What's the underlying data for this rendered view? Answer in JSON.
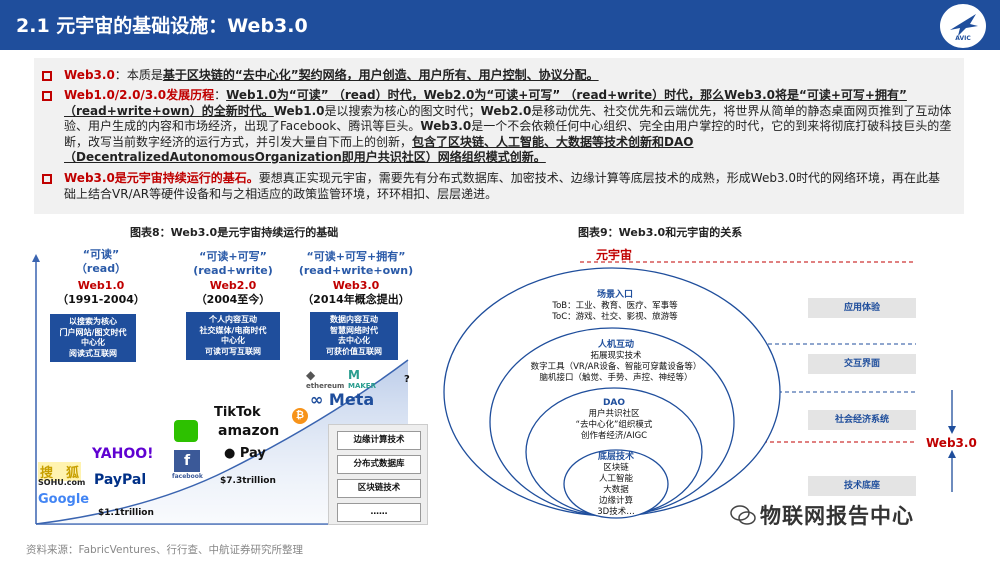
{
  "header": {
    "title": "2.1 元宇宙的基础设施：Web3.0"
  },
  "logo": {
    "text": "AVIC"
  },
  "bullets": {
    "b1": {
      "lead": "Web3.0",
      "sep": "：",
      "plain": "本质是",
      "bold": "基于区块链的“去中心化”契约网络，用户创造、用户所有、用户控制、协议分配。"
    },
    "b2": {
      "lead": "Web1.0/2.0/3.0发展历程",
      "sep": "：",
      "u1": "Web1.0为“可读” （read）时代，Web2.0为“可读+可写” （read+write）时代，那么Web3.0将是“可读+可写+拥有” （read+write+own）的全新时代。",
      "k1": "Web1.0",
      "t1": "是以搜索为核心的图文时代；",
      "k2": "Web2.0",
      "t2": "是移动优先、社交优先和云端优先，将世界从简单的静态桌面网页推到了互动体验、用户生成的内容和市场经济，出现了Facebook、腾讯等巨头。",
      "k3": "Web3.0",
      "t3": "是一个不会依赖任何中心组织、完全由用户掌控的时代，它的到来将彻底打破科技巨头的垄断，改写当前数字经济的运行方式，并引发大量自下而上的创新，",
      "u2": "包含了区块链、人工智能、大数据等技术创新和DAO（DecentralizedAutonomousOrganization即用户共识社区）网络组织模式创新。"
    },
    "b3": {
      "lead": "Web3.0是元宇宙持续运行的基石。",
      "plain": "要想真正实现元宇宙，需要先有分布式数据库、加密技术、边缘计算等底层技术的成熟，形成Web3.0时代的网络环境，再在此基础上结合VR/AR等硬件设备和与之相适应的政策监管环境，环环相扣、层层递进。"
    }
  },
  "figure8": {
    "title": "图表8：Web3.0是元宇宙持续运行的基础",
    "eras": [
      {
        "q1": "“可读”",
        "q2": "（read）",
        "name": "Web1.0",
        "years": "（1991-2004）",
        "desc": [
          "以搜索为核心",
          "门户网站/图文时代",
          "中心化",
          "阅读式互联网"
        ]
      },
      {
        "q1": "“可读+可写”",
        "q2": "(read+write)",
        "name": "Web2.0",
        "years": "（2004至今）",
        "desc": [
          "个人内容互动",
          "社交媒体/电商时代",
          "中心化",
          "可读可写互联网"
        ]
      },
      {
        "q1": "“可读+可写+拥有”",
        "q2": "(read+write+own)",
        "name": "Web3.0",
        "years": "（2014年概念提出）",
        "desc": [
          "数据内容互动",
          "智慧网络时代",
          "去中心化",
          "可获价值互联网"
        ]
      }
    ],
    "logos": {
      "google": "Google",
      "sohu1": "搜　狐",
      "sohu2": "SOHU.com",
      "yahoo": "YAHOO!",
      "paypal": "PayPal",
      "facebook": "facebook",
      "tiktok": "TikTok",
      "amazon": "amazon",
      "pay": "Pay",
      "meta": "Meta",
      "ethereum": "ethereum",
      "maker": "MAKER",
      "unknown": "?"
    },
    "amounts": {
      "a1": "$1.1trillion",
      "a2": "$7.3trillion"
    },
    "tech": [
      "边缘计算技术",
      "分布式数据库",
      "区块链技术",
      "……"
    ]
  },
  "figure9": {
    "title": "图表9：Web3.0和元宇宙的关系",
    "metaverse": "元宇宙",
    "web3": "Web3.0",
    "layers": [
      {
        "head": "场景入口",
        "lines": [
          "ToB：工业、教育、医疗、军事等",
          "ToC：游戏、社交、影视、旅游等"
        ]
      },
      {
        "head": "人机互动",
        "lines": [
          "拓展现实技术",
          "数字工具（VR/AR设备、智能可穿戴设备等）",
          "脑机接口（触觉、手势、声控、神经等）"
        ]
      },
      {
        "head": "DAO",
        "lines": [
          "用户共识社区",
          "“去中心化”组织模式",
          "创作者经济/AIGC"
        ]
      },
      {
        "head": "底层技术",
        "lines": [
          "区块链",
          "人工智能",
          "大数据",
          "边缘计算",
          "3D技术…"
        ]
      }
    ],
    "right_boxes": [
      "应用体验",
      "交互界面",
      "社会经济系统",
      "技术底座"
    ]
  },
  "footer": {
    "source": "资料来源：FabricVentures、行行查、中航证券研究所整理",
    "watermark": "物联网报告中心"
  },
  "colors": {
    "header": "#1f4e9c",
    "accent_red": "#c00000",
    "box_blue": "#1f4e9c"
  }
}
